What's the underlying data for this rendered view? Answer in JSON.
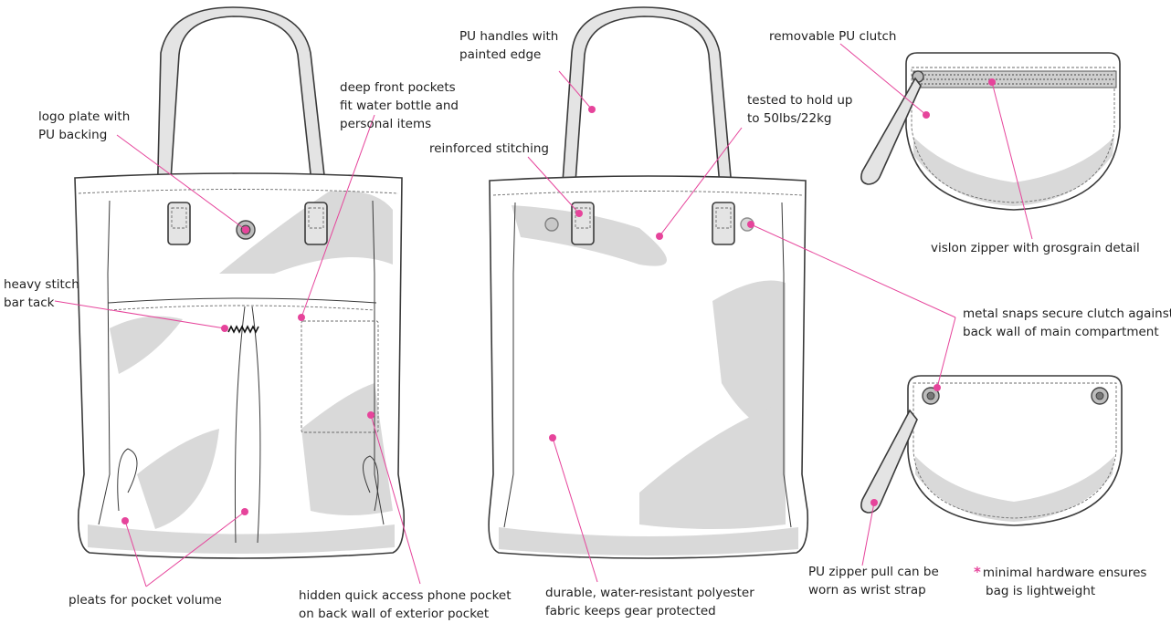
{
  "callouts": {
    "logo_plate": [
      "logo plate with",
      "PU backing"
    ],
    "deep_pockets": [
      "deep front pockets",
      "fit water bottle and",
      "personal items"
    ],
    "heavy_stitch": [
      "heavy stitch",
      "bar tack"
    ],
    "pleats": [
      "pleats for pocket volume"
    ],
    "hidden_pocket": [
      "hidden quick access phone pocket",
      "on back wall of exterior pocket"
    ],
    "pu_handles": [
      "PU handles with",
      "painted edge"
    ],
    "reinforced": [
      "reinforced stitching"
    ],
    "tested": [
      "tested to hold up",
      "to 50lbs/22kg"
    ],
    "durable": [
      "durable, water-resistant polyester",
      "fabric keeps gear protected"
    ],
    "clutch": [
      "removable PU clutch"
    ],
    "vislon": [
      "vislon zipper with grosgrain detail"
    ],
    "snaps": [
      "metal snaps secure clutch against",
      "back wall of main compartment"
    ],
    "zipper_pull": [
      "PU zipper pull can be",
      "worn as wrist strap"
    ],
    "hardware_note": [
      "minimal hardware ensures",
      "bag is lightweight"
    ],
    "asterisk": "*"
  },
  "colors": {
    "accent": "#e6449b",
    "outline": "#3a3a3a",
    "shade": "#d9d9d9"
  }
}
